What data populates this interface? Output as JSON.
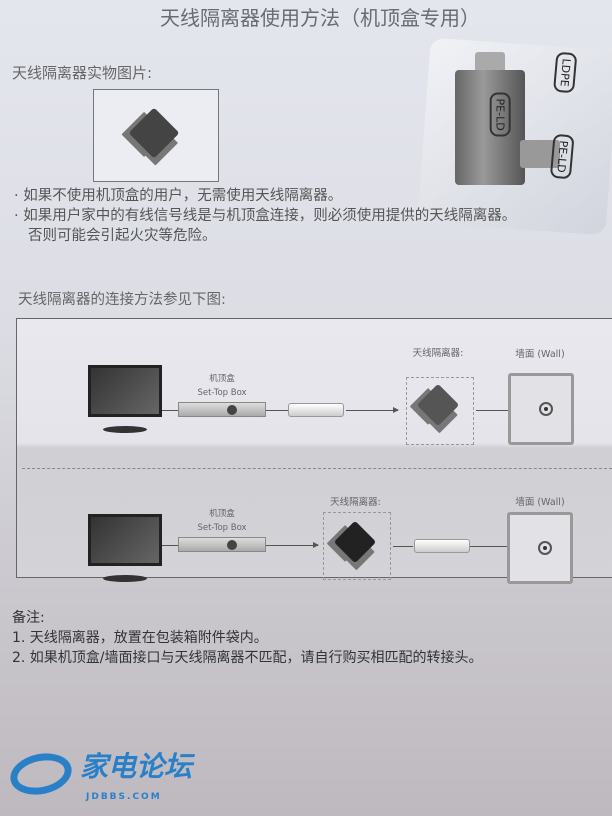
{
  "title": "天线隔离器使用方法（机顶盒专用）",
  "photo_heading": "天线隔离器实物图片:",
  "bullets": [
    "· 如果不使用机顶盒的用户，无需使用天线隔离器。",
    "· 如果用户家中的有线信号线是与机顶盒连接，则必须使用提供的天线隔离器。",
    "否则可能会引起火灾等危险。"
  ],
  "bag_labels": {
    "recycle_top": "LDPE",
    "recycle_mid": "PE-LD",
    "recycle_side": "PE-LD"
  },
  "connection_heading": "天线隔离器的连接方法参见下图:",
  "diagram": {
    "stb_cn": "机顶盒",
    "stb_en": "Set-Top Box",
    "isolator": "天线隔离器:",
    "wall": "墙面 (Wall)"
  },
  "notes": {
    "heading": "备注:",
    "items": [
      "1. 天线隔离器，放置在包装箱附件袋内。",
      "2. 如果机顶盒/墙面接口与天线隔离器不匹配，请自行购买相匹配的转接头。"
    ]
  },
  "watermark": {
    "cn": "家电论坛",
    "en": "JDBBS.COM",
    "color": "#2a80c8"
  }
}
